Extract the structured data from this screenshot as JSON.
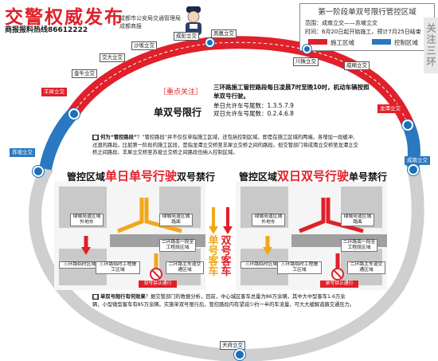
{
  "header": {
    "title": "交警权威发布",
    "hotline": "商报报料热线86612222",
    "sponsor_line1": "成都市公安局交通管理局",
    "sponsor_line2": "成都商报"
  },
  "legend": {
    "title": "第一阶段单双号限行管控区域",
    "range": "范围：成南立交——苏坡立交",
    "time": "时间：6月20日起开始施工，预计7月25日结束",
    "construction_label": "施工区域",
    "control_label": "控制区域",
    "construction_color": "#e0202a",
    "control_color": "#2a79c0"
  },
  "side_strip": "关注三环",
  "places": {
    "fengmeng": "凤凰立交",
    "chengpeng": "成彭立交",
    "shaban": "沙坂立交",
    "jiaoda": "交大立交",
    "jinniu": "金牛立交",
    "yangxi": "羊犀立交",
    "supo": "苏坡立交",
    "chuanshan": "川陕立交",
    "chenglong": "成绵立交",
    "longtan": "龙潭立交",
    "chengnan": "成南立交",
    "tianfu": "天府立交"
  },
  "notice": {
    "attention": "［重点关注］",
    "odd_title": "单双号限行",
    "main": "三环路施工管控路段每日凌晨7时至晚10时，机动车辆按照单双号行驶。",
    "odd_days": "单日允许车号尾数：1.3.5.7.9",
    "even_days": "双日允许车号尾数：0.2.4.6.8"
  },
  "explain": {
    "label": "何为“管控路段”",
    "text": "？“管控路段”并不仅仅单指施工区域，还包括控制区域，即是在施工区域的两端，各增加一段缓冲、过渡的路段。比如第一阶段的施工区段，是指龙潭立交桥至羊犀立交桥之间的路段。但交管部门将成南立交桥至龙潭立交桥之间路段、羊犀立交桥至苏坡立交桥之间路段也纳入控制区域。"
  },
  "left_map": {
    "title_prefix": "管控区域",
    "title_big": "单日单号行驶",
    "title_suffix": "双号禁行",
    "labels": [
      "绿城苑道区域外地车",
      "绿城苑道区城路面",
      "二环路南一段至工程段区域",
      "三环路临时区域",
      "三环路临时工程施工区域",
      "二环路主车道交通区域"
    ],
    "stop_label": "双号禁止通行"
  },
  "right_map": {
    "title_prefix": "管控区域",
    "title_big": "双日双号行驶",
    "title_suffix": "单号禁行",
    "labels": [
      "绿城苑道区城外地车",
      "绿城苑道区城路面",
      "二环路南一段至工程段区域",
      "三环路临时区域",
      "三环路临时工程施工区域",
      "二环路主车道交通区域"
    ],
    "stop_label": "单号禁止通行"
  },
  "middle_vertical": {
    "left": "单号客车",
    "right": "双号客车"
  },
  "effect": {
    "label": "单双号限行有何效果",
    "text": "？据交管部门的数据分析，目前，中心城区客车总量为86万余辆，其中大中型客车1.6万余辆，小型微型客车有85万余辆。实施单双号限行后，管控路段内有望减少约一半的车流量，可大大缓解道路交通压力。"
  }
}
